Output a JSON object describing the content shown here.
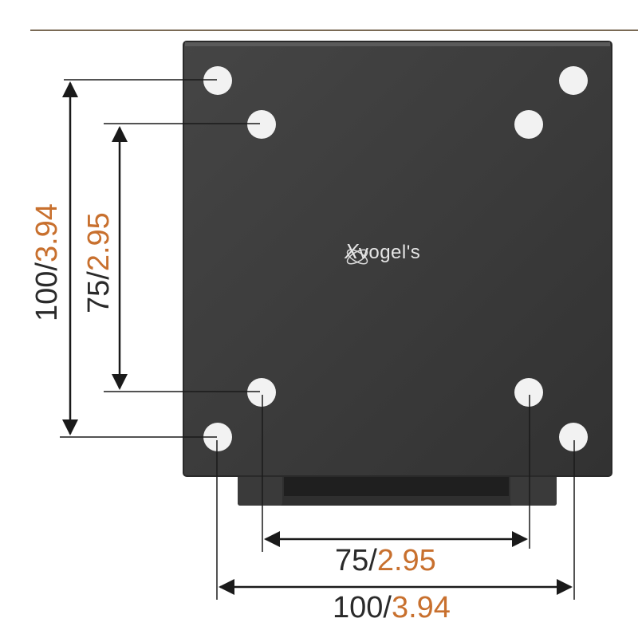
{
  "brand": {
    "logo_text": "vogel's",
    "logo_mark": "X"
  },
  "dimensions": {
    "vertical_outer": {
      "metric": "100/",
      "imperial": "3.94"
    },
    "vertical_inner": {
      "metric": "75/",
      "imperial": "2.95"
    },
    "horizontal_inner": {
      "metric": "75/",
      "imperial": "2.95"
    },
    "horizontal_outer": {
      "metric": "100/",
      "imperial": "3.94"
    }
  },
  "colors": {
    "plate": "#3b3b3b",
    "plate_edge": "#2a2a2a",
    "hole": "#f2f2f2",
    "dimension_line": "#1a1a1a",
    "imperial_text": "#c8702e",
    "top_rule": "#7a6a55"
  }
}
